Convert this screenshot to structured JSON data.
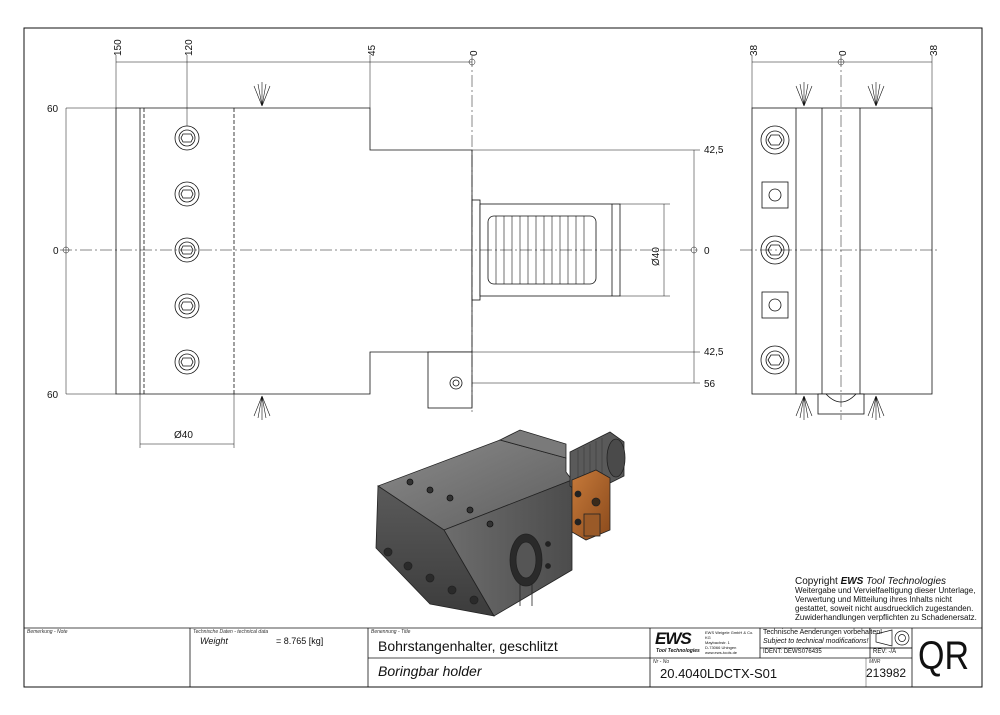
{
  "drawing": {
    "dims_front": {
      "d150": "150",
      "d120": "120",
      "d45": "45",
      "d0top": "0",
      "d60top": "60",
      "d0left": "0",
      "d60bot": "60",
      "d42_5top": "42,5",
      "d0right": "0",
      "d42_5bot": "42,5",
      "d56": "56",
      "dia40_bar": "Ø40",
      "dia40_bottom": "Ø40"
    },
    "dims_side": {
      "d38left": "38",
      "d0": "0",
      "d38right": "38"
    }
  },
  "copyright": {
    "title_prefix": "Copyright ",
    "title_brand": "EWS",
    "title_suffix": " Tool Technologies",
    "lines": [
      "Weitergabe und Vervielfaeltigung dieser Unterlage,",
      "Verwertung und Mitteilung ihres Inhalts nicht",
      "gestattet, soweit nicht ausdruecklich zugestanden.",
      "Zuwiderhandlungen verpflichten zu Schadenersatz."
    ]
  },
  "title_block": {
    "remark_label": "Bemerkung - Note",
    "tech_label": "Technische Daten - technical data",
    "weight_label": "Weight",
    "weight_value": "= 8.765 [kg]",
    "title_label": "Benennung - Title",
    "title_de": "Bohrstangenhalter, geschlitzt",
    "title_en": "Boringbar holder",
    "logo": "EWS",
    "logo_sub": "Tool Technologies",
    "company_lines": [
      "EWS Weigele GmbH & Co. KG",
      "Maybachstr. 1",
      "D-73066 Uhingen",
      "www.ews-tools.de"
    ],
    "change_de": "Technische Aenderungen vorbehalten!",
    "change_en": "Subject to technical modifications!",
    "ident_label": "IDENT:",
    "ident_value": "DEWS076435",
    "rev_label": "REV:",
    "rev_value": "-/A",
    "nr_label": "Nr - No",
    "nr_value": "20.4040LDCTX-S01",
    "mnr_label": "MNR",
    "mnr_value": "213982",
    "qr": "QR"
  }
}
